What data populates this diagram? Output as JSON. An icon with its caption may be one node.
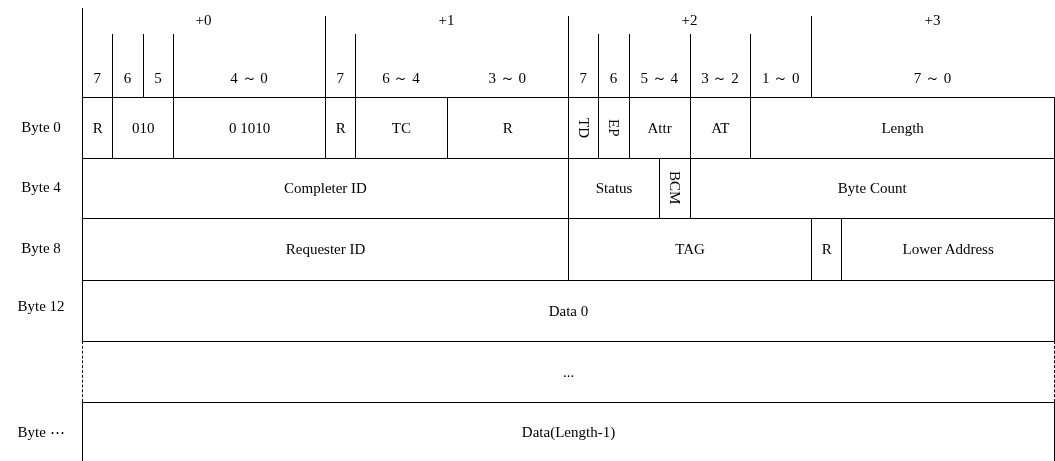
{
  "diagram": {
    "nodes": [
      {
        "text": [
          "R"
        ]
      },
      {
        "text": [
          "010"
        ]
      },
      {
        "text": [
          "0 1010"
        ]
      },
      {
        "text": [
          "R"
        ]
      },
      {
        "text": [
          "TC"
        ]
      },
      {
        "text": [
          "R"
        ]
      },
      {
        "text": [
          "TD"
        ]
      },
      {
        "text": [
          "EP"
        ]
      },
      {
        "text": [
          "Attr"
        ]
      },
      {
        "text": [
          "AT"
        ]
      },
      {
        "text": [
          "Length"
        ]
      },
      {
        "text": [
          "Completer ID"
        ]
      },
      {
        "text": [
          "Status"
        ]
      },
      {
        "text": [
          "BCM"
        ]
      },
      {
        "text": [
          "Byte Count"
        ]
      },
      {
        "text": [
          "Requester ID"
        ]
      },
      {
        "text": [
          "TAG"
        ]
      },
      {
        "text": [
          "R"
        ]
      },
      {
        "text": [
          "Lower Address"
        ]
      },
      {
        "text": [
          "Data 0"
        ]
      },
      {
        "text": [
          "..."
        ]
      },
      {
        "text": [
          "Data(Length-1)"
        ]
      }
    ],
    "labels": [
      "+0",
      "+1",
      "+2",
      "+3",
      "7",
      "6",
      "5",
      "4 ～ 0",
      "7",
      "6 ～ 4",
      "3 ～ 0",
      "7",
      "6",
      "5 ～ 4",
      "3 ～ 2",
      "1 ～ 0",
      "7 ～ 0",
      "Byte 0",
      "Byte 4",
      "Byte 8",
      "Byte 12",
      "Byte ⋯"
    ]
  }
}
